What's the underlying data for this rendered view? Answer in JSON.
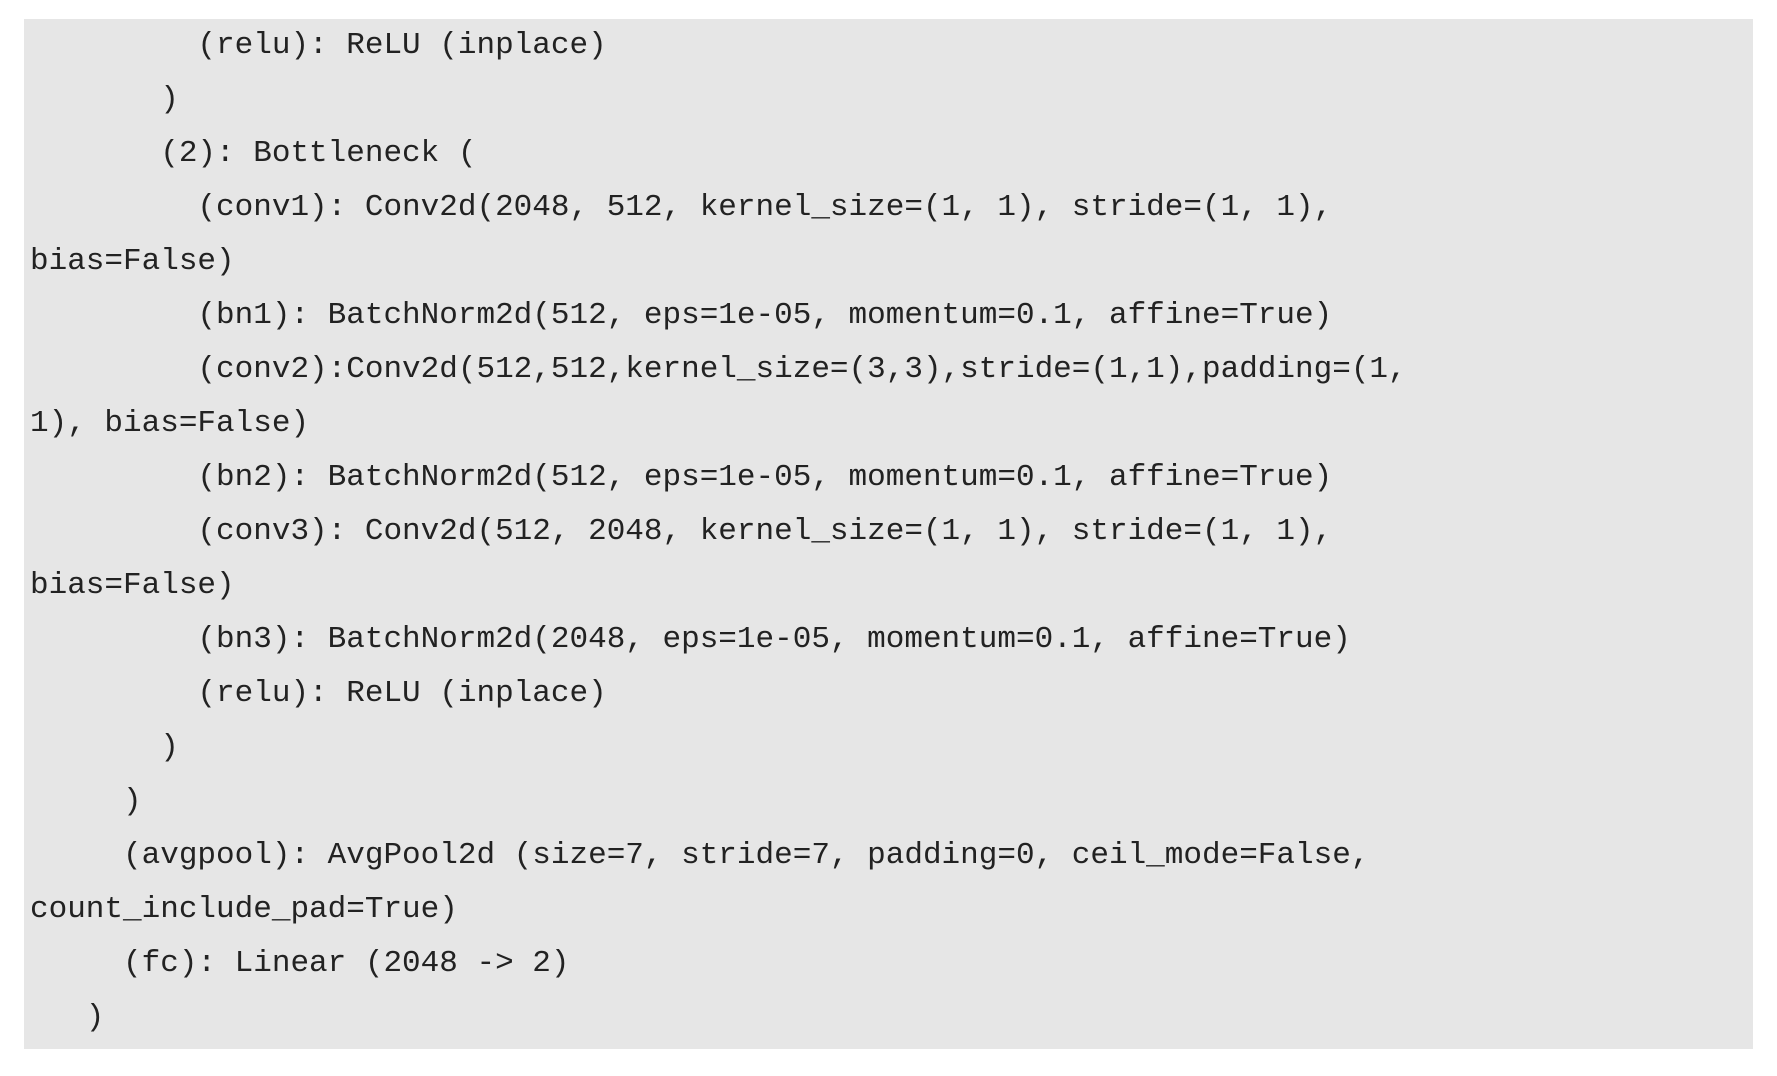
{
  "code": {
    "lines": [
      "         (relu): ReLU (inplace)",
      "       )",
      "       (2): Bottleneck (",
      "         (conv1): Conv2d(2048, 512, kernel_size=(1, 1), stride=(1, 1),",
      "bias=False)",
      "         (bn1): BatchNorm2d(512, eps=1e-05, momentum=0.1, affine=True)",
      "         (conv2):Conv2d(512,512,kernel_size=(3,3),stride=(1,1),padding=(1,",
      "1), bias=False)",
      "         (bn2): BatchNorm2d(512, eps=1e-05, momentum=0.1, affine=True)",
      "         (conv3): Conv2d(512, 2048, kernel_size=(1, 1), stride=(1, 1),",
      "bias=False)",
      "         (bn3): BatchNorm2d(2048, eps=1e-05, momentum=0.1, affine=True)",
      "         (relu): ReLU (inplace)",
      "       )",
      "     )",
      "     (avgpool): AvgPool2d (size=7, stride=7, padding=0, ceil_mode=False,",
      "count_include_pad=True)",
      "     (fc): Linear (2048 -> 2)",
      "   )"
    ]
  }
}
